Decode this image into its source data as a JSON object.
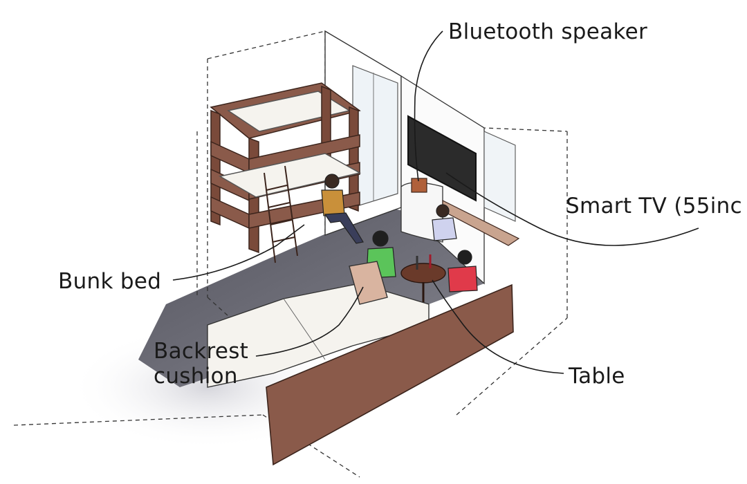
{
  "labels": {
    "bluetooth_speaker": "Bluetooth speaker",
    "smart_tv": "Smart TV (55inc",
    "bunk_bed": "Bunk bed",
    "backrest_cushion_line1": "Backrest",
    "backrest_cushion_line2": "cushion",
    "table": "Table"
  },
  "colors": {
    "wood": "#8a5a4a",
    "floor": "#6e6e7a",
    "bedding": "#f5f3ee",
    "tv": "#2b2b2b",
    "ink": "#1a1a1a"
  }
}
